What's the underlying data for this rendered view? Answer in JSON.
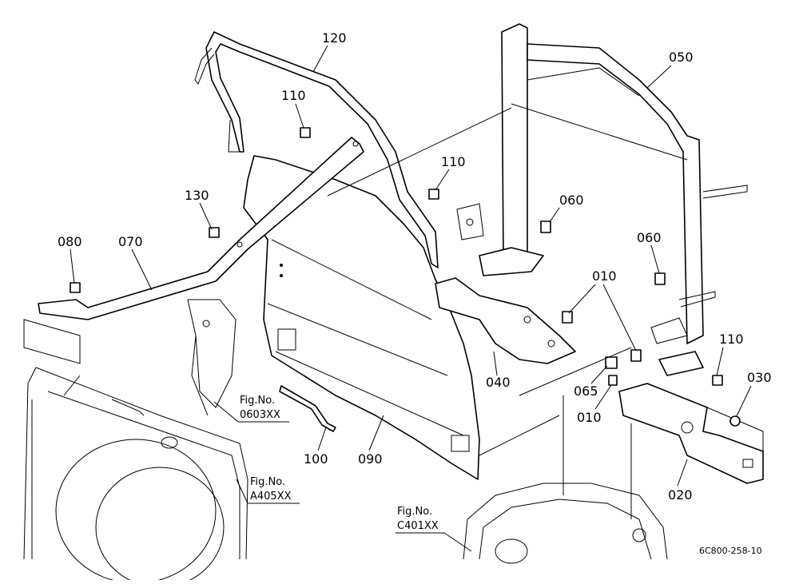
{
  "parts": {
    "p120": "120",
    "p110a": "110",
    "p130": "130",
    "p080": "080",
    "p070": "070",
    "p110b": "110",
    "p060a": "060",
    "p050": "050",
    "p060b": "060",
    "p010a": "010",
    "p040": "040",
    "p110c": "110",
    "p065": "065",
    "p010b": "010",
    "p030": "030",
    "p020": "020",
    "p100": "100",
    "p090": "090"
  },
  "figure_refs": {
    "fig0603": {
      "label": "Fig.No.",
      "code": "0603XX"
    },
    "figA405": {
      "label": "Fig.No.",
      "code": "A405XX"
    },
    "figC401": {
      "label": "Fig.No.",
      "code": "C401XX"
    }
  },
  "document_code": "6C800-258-10"
}
